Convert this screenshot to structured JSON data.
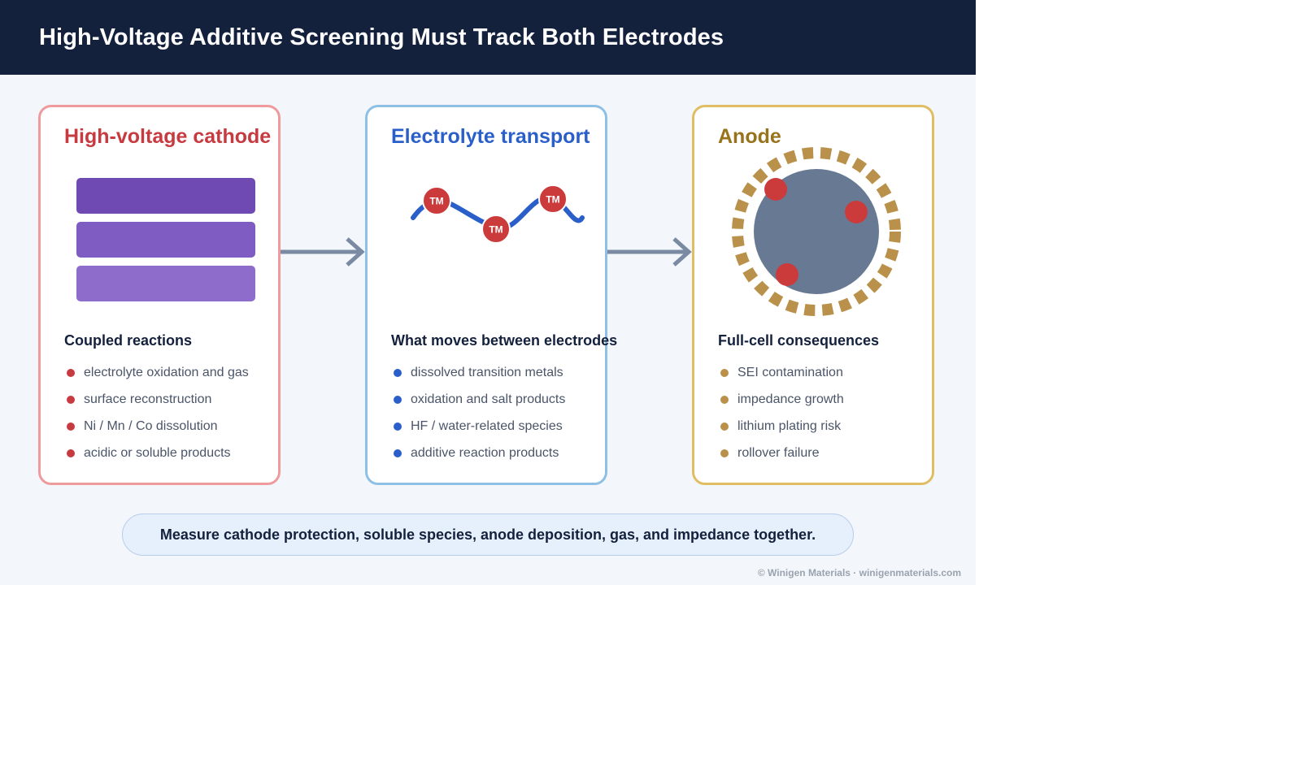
{
  "header": {
    "title": "High-Voltage Additive Screening Must Track Both Electrodes"
  },
  "colors": {
    "header_bg": "#14213d",
    "cathode_accent": "#c73a3f",
    "cathode_border": "#ef9a9d",
    "electrolyte_accent": "#2a5fc9",
    "electrolyte_border": "#8ec0e6",
    "anode_accent": "#97731e",
    "anode_border": "#e0bd62",
    "arrow": "#7b8aa3"
  },
  "panels": [
    {
      "id": "cathode",
      "title": "High-voltage cathode",
      "subtitle": "Coupled reactions",
      "bullets": [
        "electrolyte oxidation and gas",
        "surface reconstruction",
        "Ni / Mn / Co dissolution",
        "acidic or soluble products"
      ]
    },
    {
      "id": "electrolyte",
      "title": "Electrolyte transport",
      "subtitle": "What moves between electrodes",
      "bullets": [
        "dissolved transition metals",
        "oxidation and salt products",
        "HF / water-related species",
        "additive reaction products"
      ],
      "ion_label": "TM"
    },
    {
      "id": "anode",
      "title": "Anode",
      "subtitle": "Full-cell consequences",
      "bullets": [
        "SEI contamination",
        "impedance growth",
        "lithium plating risk",
        "rollover failure"
      ]
    }
  ],
  "callout": {
    "text": "Measure cathode protection, soluble species, anode deposition, gas, and impedance together."
  },
  "credit": "© Winigen Materials · winigenmaterials.com"
}
